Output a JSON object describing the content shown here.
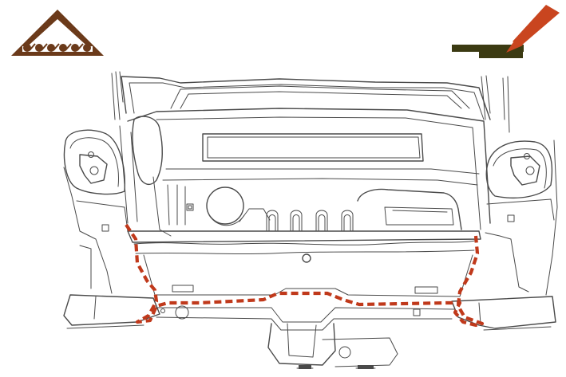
{
  "figure": {
    "kind": "service-diagram",
    "subject": "rear-body-panel-seam-sealer",
    "colors": {
      "line_art": "#4a4a4a",
      "sealer_path": "#c0391b",
      "icon_brown": "#6b3a1a",
      "icon_dark_olive": "#3b3a12",
      "icon_orange": "#c9451f",
      "background": "#ffffff"
    },
    "icons": [
      {
        "name": "sealer-bead-warning-icon",
        "shape": "triangle-with-bead-circles"
      },
      {
        "name": "sealer-gun-applicator-icon",
        "shape": "nozzle-over-panel"
      }
    ],
    "sealer_path": {
      "style": "dashed",
      "location": "rear-panel-perimeter-seam"
    }
  }
}
